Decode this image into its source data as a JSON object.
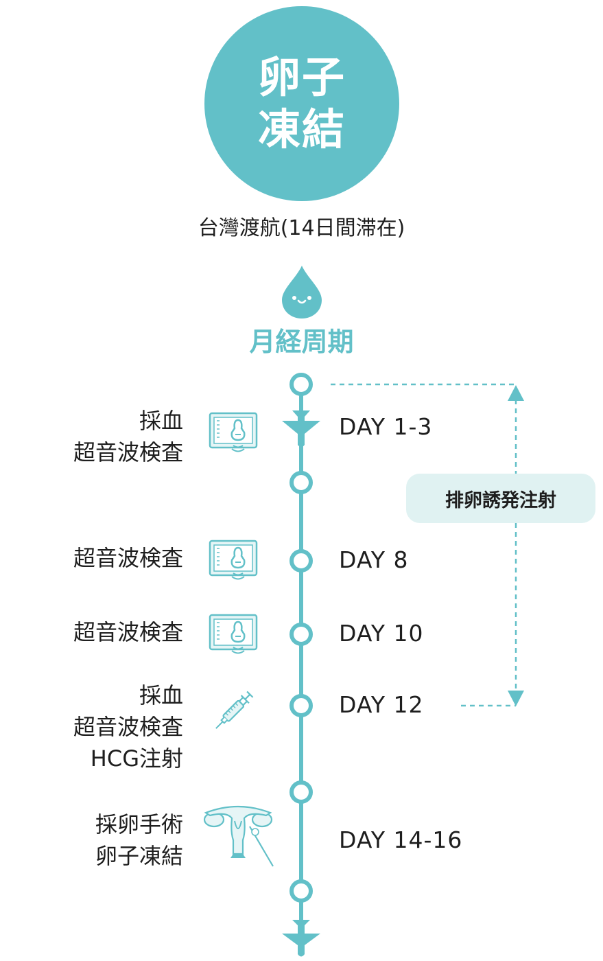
{
  "title": {
    "line1": "卵子",
    "line2": "凍結"
  },
  "subtitle": "台灣渡航(14日間滞在)",
  "cycle_label": "月経周期",
  "injection_label": "排卵誘発注射",
  "steps": [
    {
      "left_lines": [
        "採血",
        "超音波検査"
      ],
      "day": "DAY 1-3"
    },
    {
      "left_lines": [
        "超音波検査"
      ],
      "day": "DAY 8"
    },
    {
      "left_lines": [
        "超音波検査"
      ],
      "day": "DAY 10"
    },
    {
      "left_lines": [
        "採血",
        "超音波検査",
        "HCG注射"
      ],
      "day": "DAY 12"
    },
    {
      "left_lines": [
        "採卵手術",
        "卵子凍結"
      ],
      "day": "DAY 14-16"
    }
  ],
  "icons": {
    "arrival": "airplane-arrival-icon",
    "departure": "airplane-departure-icon",
    "ultrasound": "ultrasound-monitor-icon",
    "syringe": "syringe-icon",
    "uterus": "uterus-icon",
    "drop": "blood-drop-icon"
  },
  "colors": {
    "accent": "#62c0c8",
    "pill_bg": "#e0f2f2",
    "text": "#1e1e1e"
  }
}
